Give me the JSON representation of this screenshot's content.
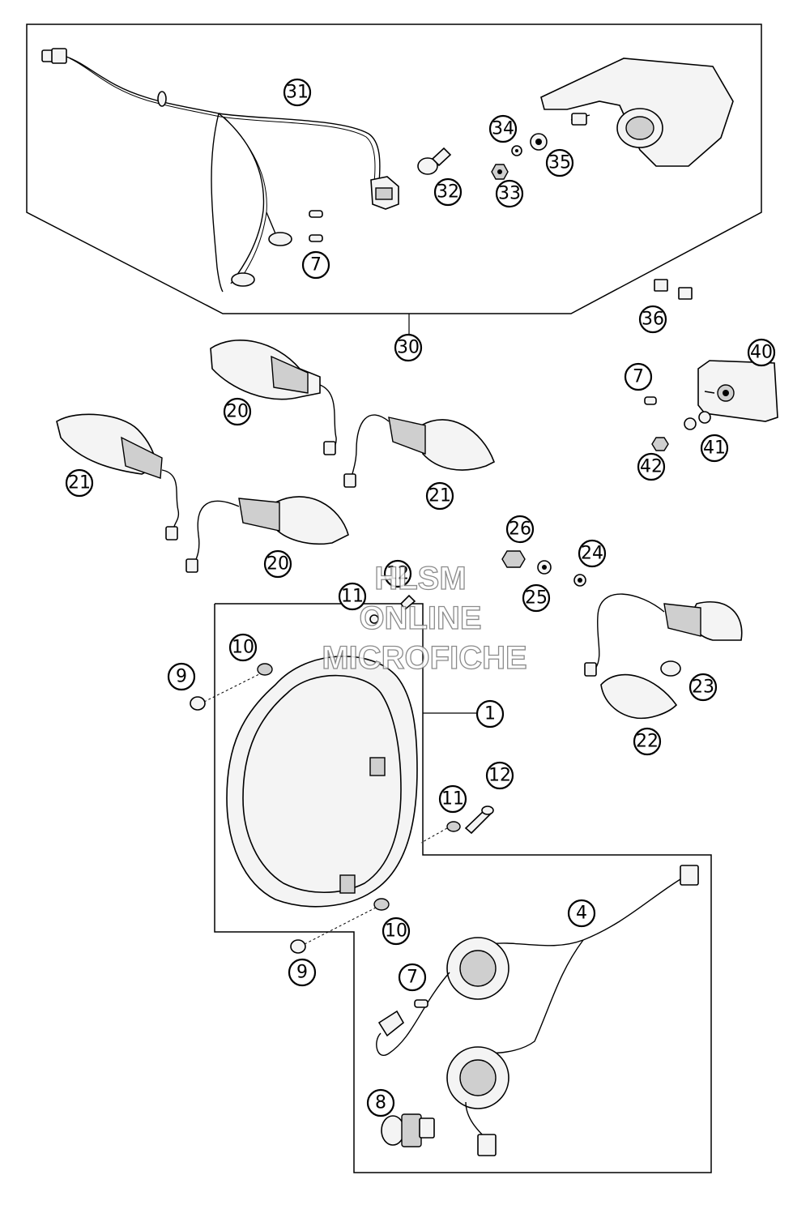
{
  "watermark": {
    "line1": "HLSM",
    "line2": "ONLINE",
    "line3": "MICROFICHE"
  },
  "callouts": {
    "c31": "31",
    "c32": "32",
    "c33": "33",
    "c34": "34",
    "c35": "35",
    "c7_top": "7",
    "c30": "30",
    "c36": "36",
    "c40": "40",
    "c7_tail": "7",
    "c41": "41",
    "c42": "42",
    "c20_upper": "20",
    "c21_left": "21",
    "c21_right": "21",
    "c20_lower": "20",
    "c26": "26",
    "c24": "24",
    "c25": "25",
    "c12_top": "12",
    "c11_top": "11",
    "c10_top": "10",
    "c9_top": "9",
    "c1": "1",
    "c23": "23",
    "c22": "22",
    "c12_mid": "12",
    "c11_mid": "11",
    "c4": "4",
    "c10_low": "10",
    "c9_low": "9",
    "c7_head": "7",
    "c8": "8"
  }
}
